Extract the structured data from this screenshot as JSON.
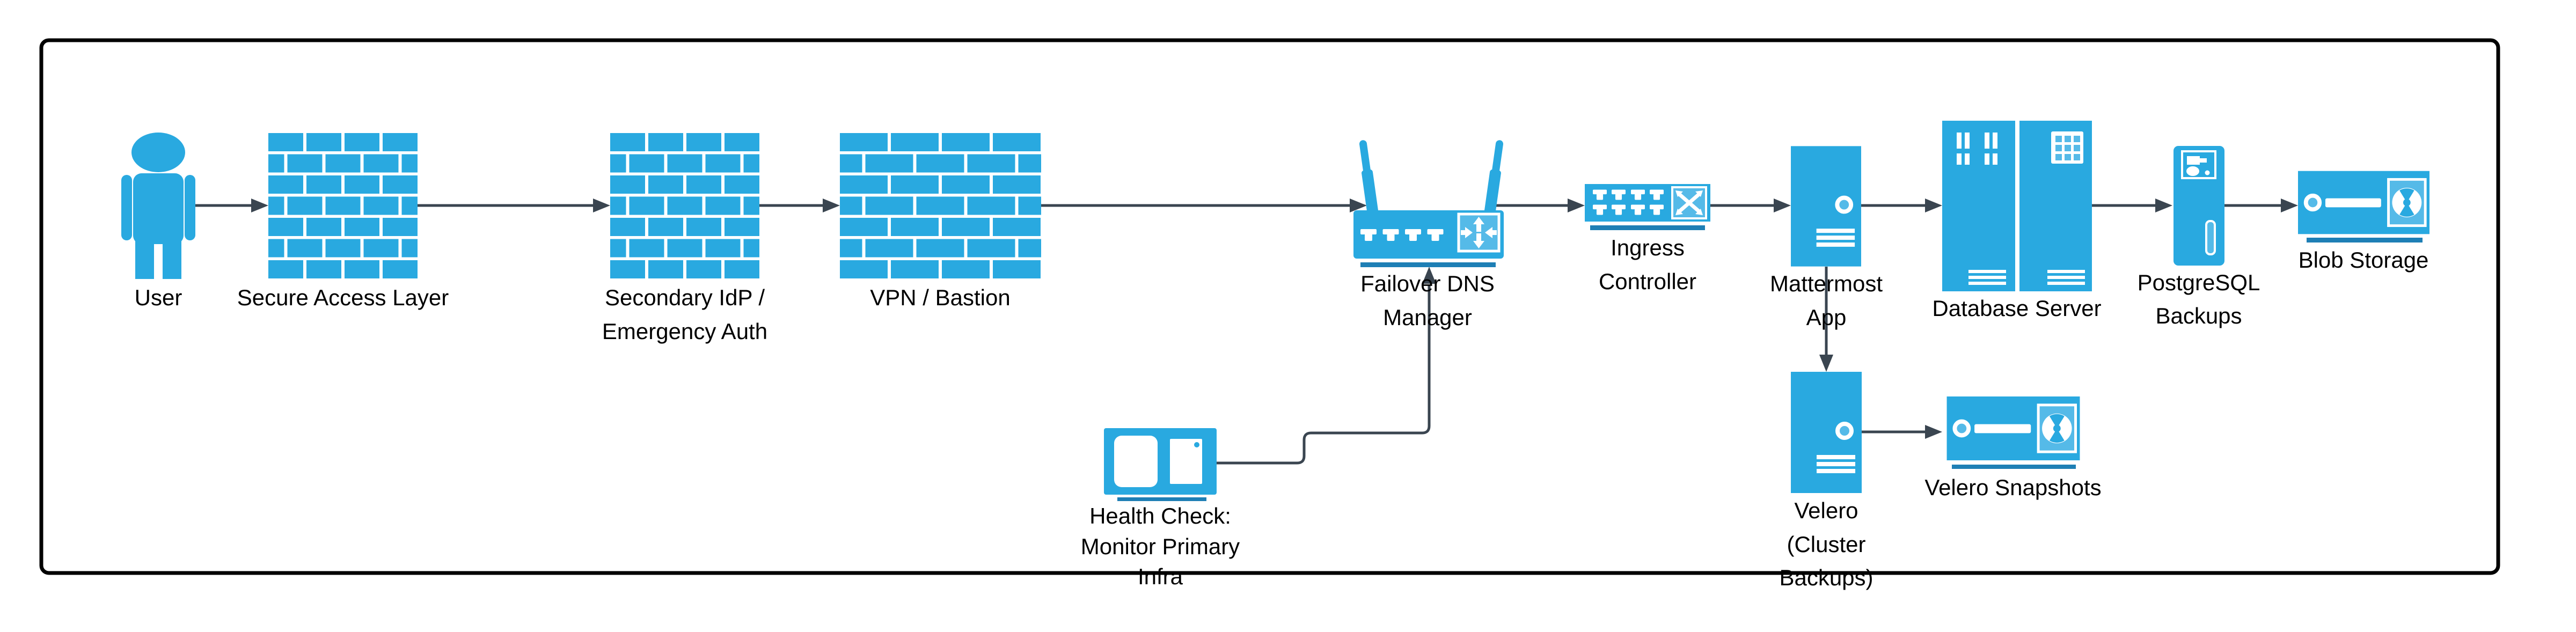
{
  "diagram": {
    "type": "infrastructure-flow-diagram",
    "colors": {
      "node_blue": "#29A9E0",
      "node_light_blue": "#55BAE8",
      "underline_blue": "#1E7FB5",
      "connector_gray": "#3A4550",
      "border_black": "#000000",
      "text_black": "#000000",
      "background": "#FFFFFF"
    },
    "nodes": {
      "user": {
        "icon": "person-icon",
        "label_lines": [
          "User"
        ]
      },
      "secure_access_layer": {
        "icon": "firewall-icon",
        "label_lines": [
          "Secure Access Layer"
        ]
      },
      "secondary_idp": {
        "icon": "firewall-icon",
        "label_lines": [
          "Secondary IdP /",
          "Emergency Auth"
        ]
      },
      "vpn_bastion": {
        "icon": "firewall-icon",
        "label_lines": [
          "VPN / Bastion"
        ]
      },
      "failover_dns": {
        "icon": "wireless-router-icon",
        "label_lines": [
          "Failover DNS",
          "Manager"
        ]
      },
      "ingress_controller": {
        "icon": "l2-switch-icon",
        "label_lines": [
          "Ingress",
          "Controller"
        ]
      },
      "mattermost_app": {
        "icon": "server-tower-icon",
        "label_lines": [
          "Mattermost",
          "App"
        ]
      },
      "database_server": {
        "icon": "rack-server-pair-icon",
        "label_lines": [
          "Database Server"
        ]
      },
      "postgresql_backups": {
        "icon": "backup-tower-icon",
        "label_lines": [
          "PostgreSQL",
          "Backups"
        ]
      },
      "blob_storage": {
        "icon": "disk-array-icon",
        "label_lines": [
          "Blob Storage"
        ]
      },
      "health_check": {
        "icon": "monitor-icon",
        "label_lines": [
          "Health Check:",
          "Monitor Primary",
          "Infra"
        ]
      },
      "velero": {
        "icon": "server-tower-icon",
        "label_lines": [
          "Velero",
          "(Cluster",
          "Backups)"
        ]
      },
      "velero_snapshots": {
        "icon": "disk-array-icon",
        "label_lines": [
          "Velero Snapshots"
        ]
      }
    },
    "edges": [
      {
        "from": "user",
        "to": "secure_access_layer"
      },
      {
        "from": "secure_access_layer",
        "to": "secondary_idp"
      },
      {
        "from": "secondary_idp",
        "to": "vpn_bastion"
      },
      {
        "from": "vpn_bastion",
        "to": "failover_dns"
      },
      {
        "from": "failover_dns",
        "to": "ingress_controller"
      },
      {
        "from": "ingress_controller",
        "to": "mattermost_app"
      },
      {
        "from": "mattermost_app",
        "to": "database_server"
      },
      {
        "from": "database_server",
        "to": "postgresql_backups"
      },
      {
        "from": "postgresql_backups",
        "to": "blob_storage"
      },
      {
        "from": "mattermost_app",
        "to": "velero"
      },
      {
        "from": "velero",
        "to": "velero_snapshots"
      },
      {
        "from": "health_check",
        "to": "failover_dns"
      }
    ]
  }
}
